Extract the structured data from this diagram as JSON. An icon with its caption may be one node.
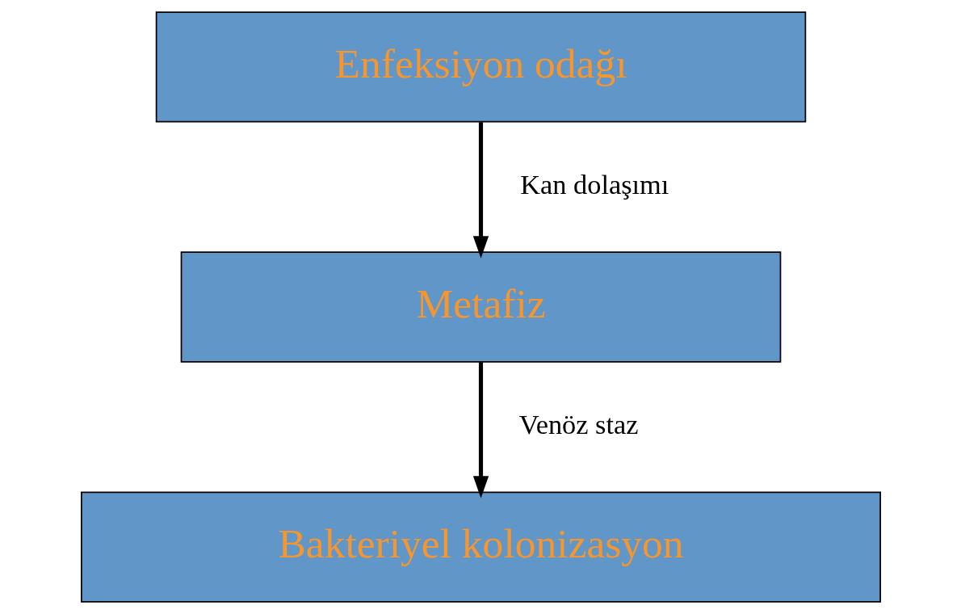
{
  "diagram": {
    "nodes": [
      {
        "text": [
          "Enfeksiyon odağı"
        ]
      },
      {
        "text": [
          "Metafiz"
        ]
      },
      {
        "text": [
          "Bakteriyel kolonizasyon"
        ]
      }
    ],
    "edges": [
      {
        "from": 0,
        "to": 1,
        "arrow": "to",
        "label": "Kan dolaşımı"
      },
      {
        "from": 1,
        "to": 2,
        "arrow": "to",
        "label": "Venöz staz"
      }
    ]
  }
}
